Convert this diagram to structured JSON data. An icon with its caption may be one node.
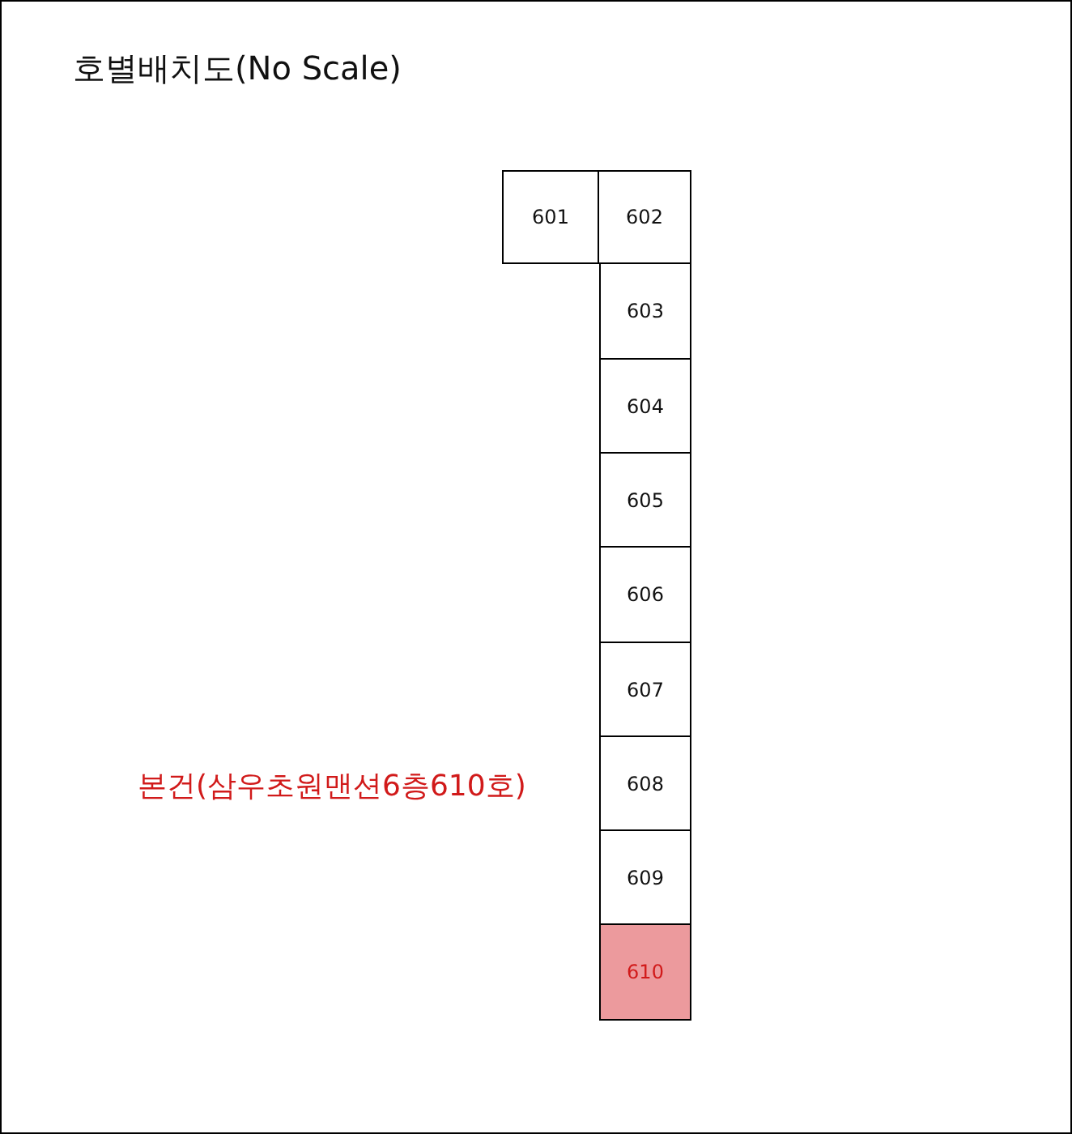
{
  "diagram": {
    "title": "호별배치도(No Scale)",
    "nodes": [
      {
        "text": [
          "601"
        ]
      },
      {
        "text": [
          "602"
        ]
      },
      {
        "text": [
          "603"
        ]
      },
      {
        "text": [
          "604"
        ]
      },
      {
        "text": [
          "605"
        ]
      },
      {
        "text": [
          "606"
        ]
      },
      {
        "text": [
          "607"
        ]
      },
      {
        "text": [
          "608"
        ]
      },
      {
        "text": [
          "609"
        ]
      },
      {
        "text": [
          "610"
        ]
      }
    ],
    "labels": [
      "본건(삼우초원맨션6층610호)"
    ]
  }
}
